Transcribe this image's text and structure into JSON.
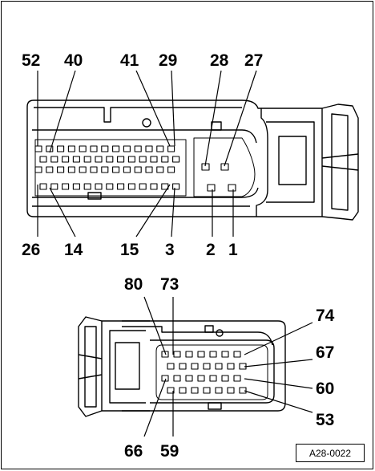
{
  "figure_id": "A28-0022",
  "upper_connector": {
    "top_labels": [
      "52",
      "40",
      "41",
      "29",
      "28",
      "27"
    ],
    "bottom_labels": [
      "26",
      "14",
      "15",
      "3",
      "2",
      "1"
    ]
  },
  "lower_connector": {
    "top_labels": [
      "80",
      "73"
    ],
    "right_labels": [
      "74",
      "67",
      "60",
      "53"
    ],
    "bottom_labels": [
      "66",
      "59"
    ]
  }
}
